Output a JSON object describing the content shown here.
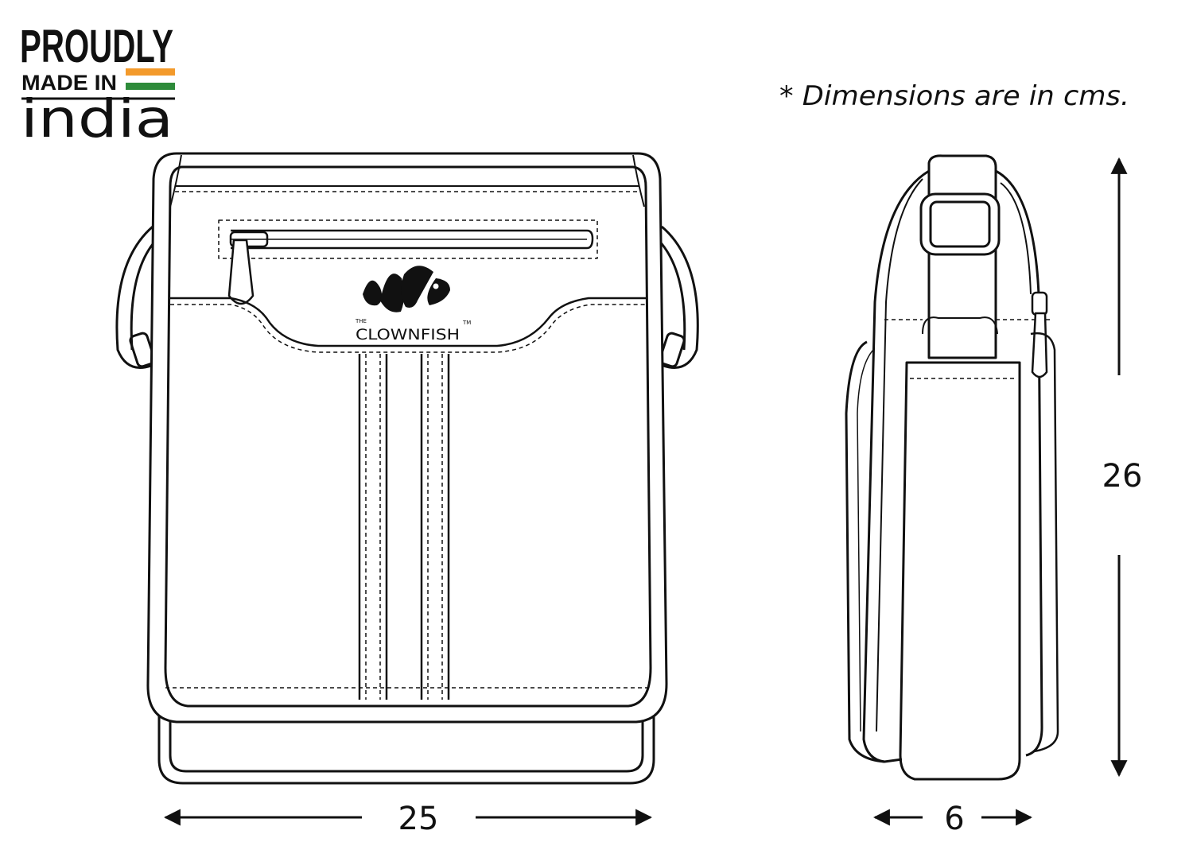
{
  "badge": {
    "line1": "PROUDLY",
    "line2": "MADE IN",
    "line3": "india",
    "flag_colors": [
      "#F39A2B",
      "#ffffff",
      "#2E8B3A"
    ]
  },
  "note": "* Dimensions are in cms.",
  "brand": {
    "small": "THE",
    "name": "CLOWNFISH",
    "tm": "TM"
  },
  "dimensions": {
    "width": "25",
    "depth": "6",
    "height": "26"
  },
  "colors": {
    "line": "#111111",
    "background": "#ffffff"
  }
}
